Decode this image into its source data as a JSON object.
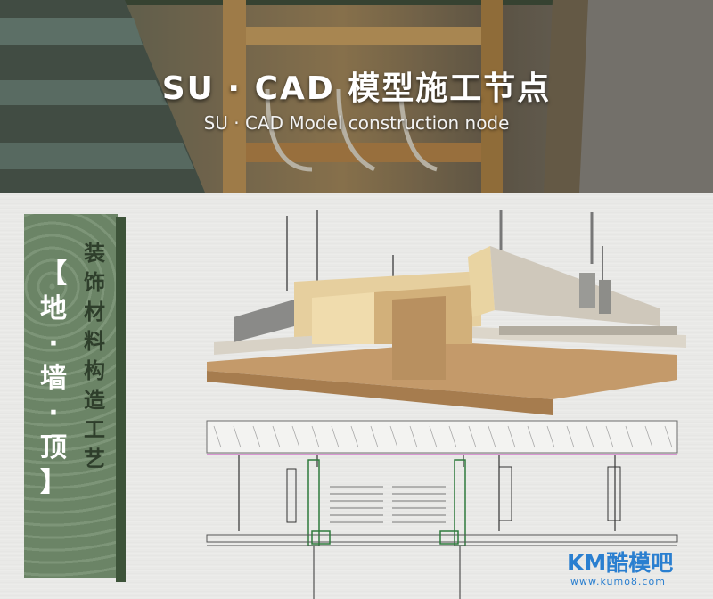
{
  "banner": {
    "title_cn": "SU · CAD 模型施工节点",
    "title_en": "SU · CAD Model construction node"
  },
  "side_card": {
    "main_chars": [
      "【",
      "地",
      "·",
      "墙",
      "·",
      "顶",
      "】"
    ],
    "sub_chars": [
      "装",
      "饰",
      "材",
      "料",
      "构",
      "造",
      "工",
      "艺"
    ]
  },
  "watermark": {
    "brand": "KM酷模吧",
    "url": "www.kumo8.com"
  },
  "colors": {
    "card_green": "#6b8466",
    "bar_green": "#3d5339",
    "watermark_blue": "#2a7fd0"
  }
}
